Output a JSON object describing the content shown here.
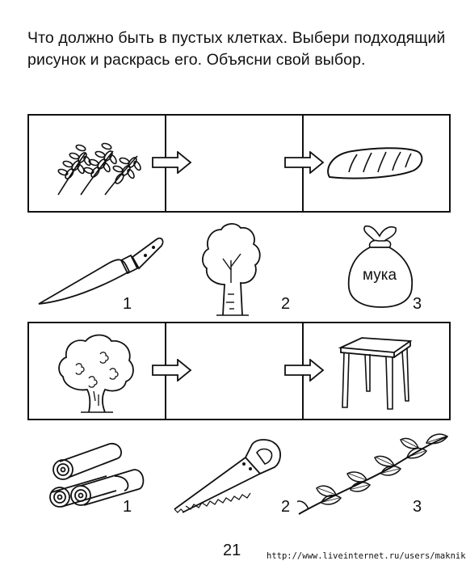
{
  "instruction": "Что должно быть в пустых клетках. Выбери подходящий рисунок и раскрась его. Объясни свой выбор.",
  "row1": {
    "cells": [
      "wheat-icon",
      "empty",
      "bread-loaf-icon"
    ],
    "options": [
      {
        "number": "1",
        "icon": "knife-icon"
      },
      {
        "number": "2",
        "icon": "birch-tree-icon"
      },
      {
        "number": "3",
        "icon": "flour-bag-icon",
        "label": "мука"
      }
    ]
  },
  "row2": {
    "cells": [
      "tree-icon",
      "empty",
      "stool-icon"
    ],
    "options": [
      {
        "number": "1",
        "icon": "logs-icon"
      },
      {
        "number": "2",
        "icon": "saw-icon"
      },
      {
        "number": "3",
        "icon": "leafy-branch-icon"
      }
    ]
  },
  "footer": {
    "page_number": "21",
    "credit": "http://www.liveinternet.ru/users/maknika/"
  }
}
